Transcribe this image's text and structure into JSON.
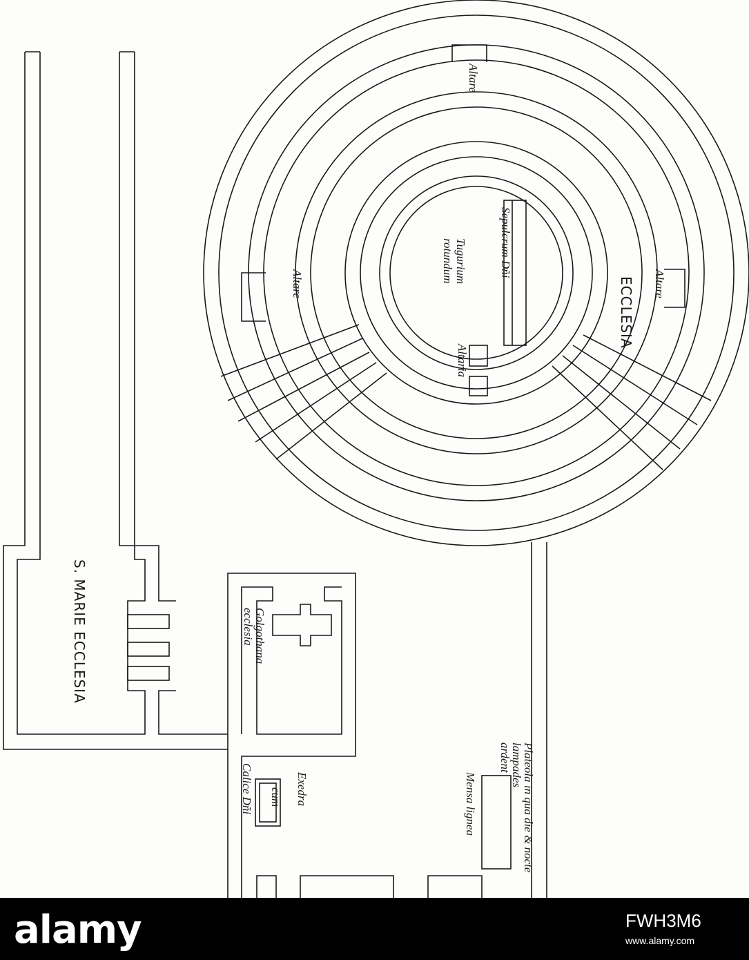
{
  "plan": {
    "labels": {
      "ecclesia": "ECCLESIA",
      "altare_top": "Altare",
      "altare_right": "Altare",
      "altare_left": "Altare",
      "sepulcrum": "Sepulcrum Dñi",
      "tugurium_1": "Tugurium",
      "tugurium_2": "rotundum",
      "altaria": "Altaria",
      "s_marie": "S. MARIE ECCLESIA",
      "golgothana_1": "Golgothana",
      "golgothana_2": "ecclesia",
      "platea_1": "Plateola in qua die & nocte",
      "platea_2": "lampades",
      "platea_3": "ardent",
      "mensa": "Mensa lignea",
      "exedra": "Exedra",
      "cum": "cum",
      "calice": "Calice Dñi"
    }
  },
  "footer": {
    "brand": "alamy",
    "image_id": "FWH3M6",
    "site": "www.alamy.com"
  }
}
